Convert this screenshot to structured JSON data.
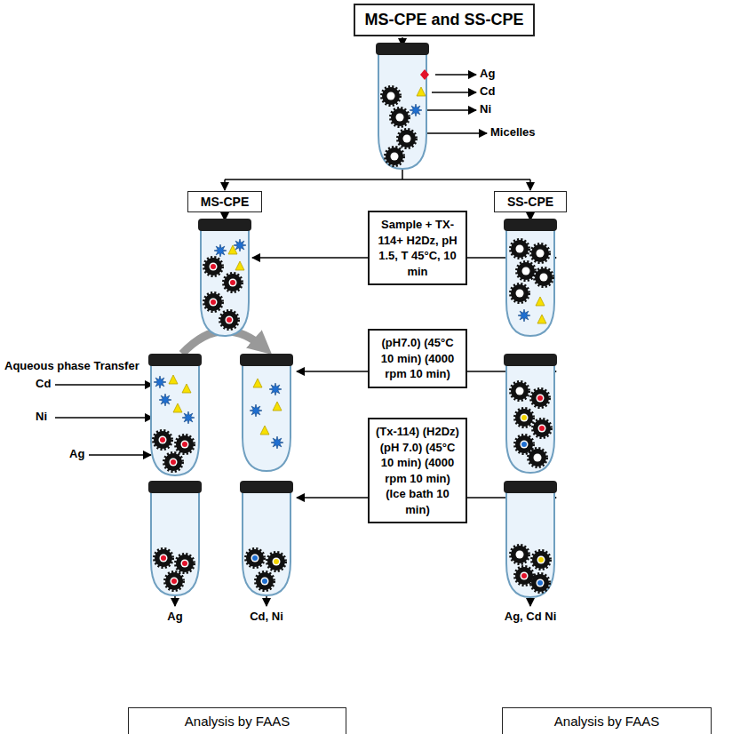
{
  "diagram": {
    "nodes": [
      {
        "text": [
          "MS-CPE and SS-CPE"
        ]
      },
      {
        "text": [
          "MS-CPE"
        ]
      },
      {
        "text": [
          "SS-CPE"
        ]
      },
      {
        "text": [
          "Sample + TX-114+ H2Dz, pH 1.5, T 45°C, 10 min"
        ]
      },
      {
        "text": [
          "(pH7.0) (45°C 10 min) (4000 rpm 10 min)"
        ]
      },
      {
        "text": [
          "(Tx-114) (H2Dz) (pH 7.0) (45°C 10 min) (4000 rpm 10 min) (Ice bath 10 min)"
        ]
      },
      {
        "text": [
          "Analysis by FAAS"
        ]
      },
      {
        "text": [
          "Analysis by FAAS"
        ]
      }
    ],
    "labels": [
      "Aqueous phase Transfer",
      "Cd",
      "Ni",
      "Ag",
      "Ag",
      "Cd, Ni",
      "Ag, Cd Ni"
    ],
    "legend": [
      {
        "text": "Ag"
      },
      {
        "text": "Cd"
      },
      {
        "text": "Ni"
      },
      {
        "text": "Micelles"
      }
    ]
  }
}
